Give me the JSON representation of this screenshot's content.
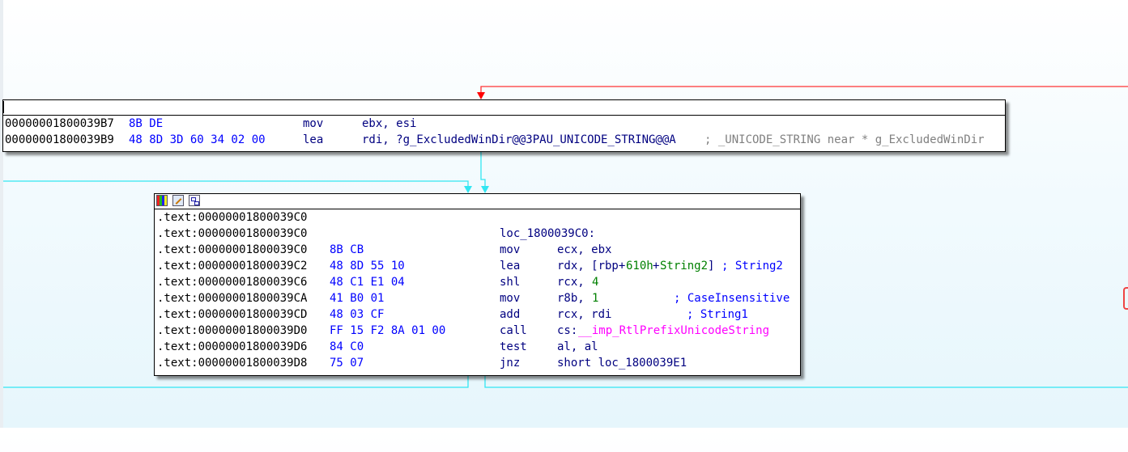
{
  "block_top": {
    "rows": [
      {
        "addr": "00000001800039B7",
        "bytes": "8B DE",
        "mnemonic": "mov",
        "operands": "ebx, esi",
        "comment": ""
      },
      {
        "addr": "00000001800039B9",
        "bytes": "48 8D 3D 60 34 02 00",
        "mnemonic": "lea",
        "operands": "rdi, ?g_ExcludedWinDir@@3PAU_UNICODE_STRING@@A",
        "comment": "; _UNICODE_STRING near * g_ExcludedWinDir"
      }
    ]
  },
  "block_main": {
    "header_icons": [
      "palette-icon",
      "edit-color-icon",
      "graph-view-icon"
    ],
    "label_row": {
      "addr": ".text:00000001800039C0",
      "label": "loc_1800039C0:"
    },
    "blank_row": {
      "addr": ".text:00000001800039C0"
    },
    "rows": [
      {
        "addr": ".text:00000001800039C0",
        "bytes": "8B CB",
        "mnemonic": "mov",
        "op1": "ecx, ebx"
      },
      {
        "addr": ".text:00000001800039C2",
        "bytes": "48 8D 55 10",
        "mnemonic": "lea",
        "op1": "rdx, [rbp+",
        "op_num": "610h",
        "op2": "+",
        "op_sym": "String2",
        "op3": "]",
        "comment": "; String2"
      },
      {
        "addr": ".text:00000001800039C6",
        "bytes": "48 C1 E1 04",
        "mnemonic": "shl",
        "op1": "rcx, ",
        "op_num": "4"
      },
      {
        "addr": ".text:00000001800039CA",
        "bytes": "41 B0 01",
        "mnemonic": "mov",
        "op1": "r8b, ",
        "op_num": "1",
        "comment": "; CaseInsensitive"
      },
      {
        "addr": ".text:00000001800039CD",
        "bytes": "48 03 CF",
        "mnemonic": "add",
        "op1": "rcx, rdi",
        "comment": "; String1"
      },
      {
        "addr": ".text:00000001800039D0",
        "bytes": "FF 15 F2 8A 01 00",
        "mnemonic": "call",
        "op1": "cs:",
        "op_imp": "__imp_RtlPrefixUnicodeString"
      },
      {
        "addr": ".text:00000001800039D6",
        "bytes": "84 C0",
        "mnemonic": "test",
        "op1": "al, al"
      },
      {
        "addr": ".text:00000001800039D8",
        "bytes": "75 07",
        "mnemonic": "jnz",
        "op1": "short loc_1800039E1"
      }
    ]
  },
  "colors": {
    "edge_red": "#ff0000",
    "edge_cyan": "#33e6f2",
    "bytes_blue": "#0000ff",
    "number_green": "#008000",
    "import_magenta": "#ff00ff"
  }
}
